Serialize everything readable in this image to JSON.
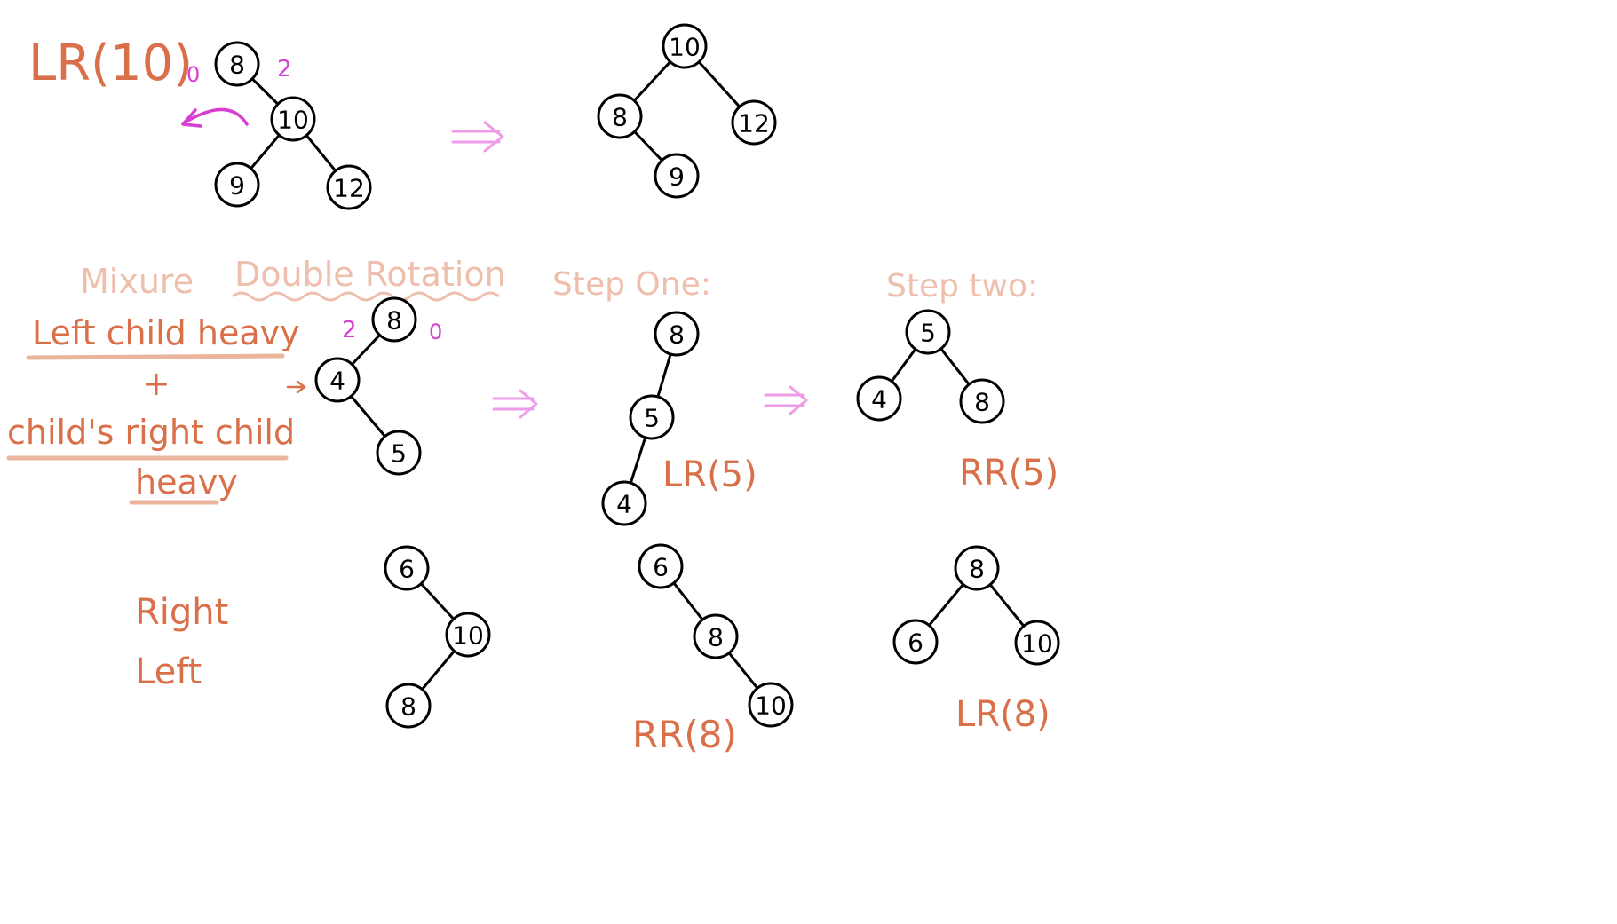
{
  "colors": {
    "orange": "#d9704a",
    "peach": "#eebfac",
    "underline": "#ebb49c",
    "magenta": "#d63fd0",
    "arrow": "#ee9ce8",
    "ink": "#000000"
  },
  "labels": {
    "lr10": "LR(10)",
    "bf_zero_top": "0",
    "bf_two_top": "2",
    "mixure": "Mixure",
    "double_rotation": "Double Rotation",
    "step_one": "Step One:",
    "step_two": "Step two:",
    "left_child_heavy": "Left child heavy",
    "plus": "+",
    "childs_right_child": "child's right child",
    "heavy": "heavy",
    "bf_two_mid": "2",
    "bf_zero_mid": "0",
    "lr5": "LR(5)",
    "rr5": "RR(5)",
    "right": "Right",
    "left": "Left",
    "rr8": "RR(8)",
    "lr8": "LR(8)"
  },
  "trees": [
    {
      "name": "tree-lr10-before",
      "nodes": [
        "8",
        "10",
        "9",
        "12"
      ]
    },
    {
      "name": "tree-lr10-after",
      "nodes": [
        "10",
        "8",
        "12",
        "9"
      ]
    },
    {
      "name": "tree-mixed-before",
      "nodes": [
        "8",
        "4",
        "5"
      ]
    },
    {
      "name": "tree-step-one",
      "nodes": [
        "8",
        "5",
        "4"
      ]
    },
    {
      "name": "tree-step-two",
      "nodes": [
        "5",
        "4",
        "8"
      ]
    },
    {
      "name": "tree-rl-before",
      "nodes": [
        "6",
        "10",
        "8"
      ]
    },
    {
      "name": "tree-rl-step-one",
      "nodes": [
        "6",
        "8",
        "10"
      ]
    },
    {
      "name": "tree-rl-step-two",
      "nodes": [
        "8",
        "6",
        "10"
      ]
    }
  ]
}
